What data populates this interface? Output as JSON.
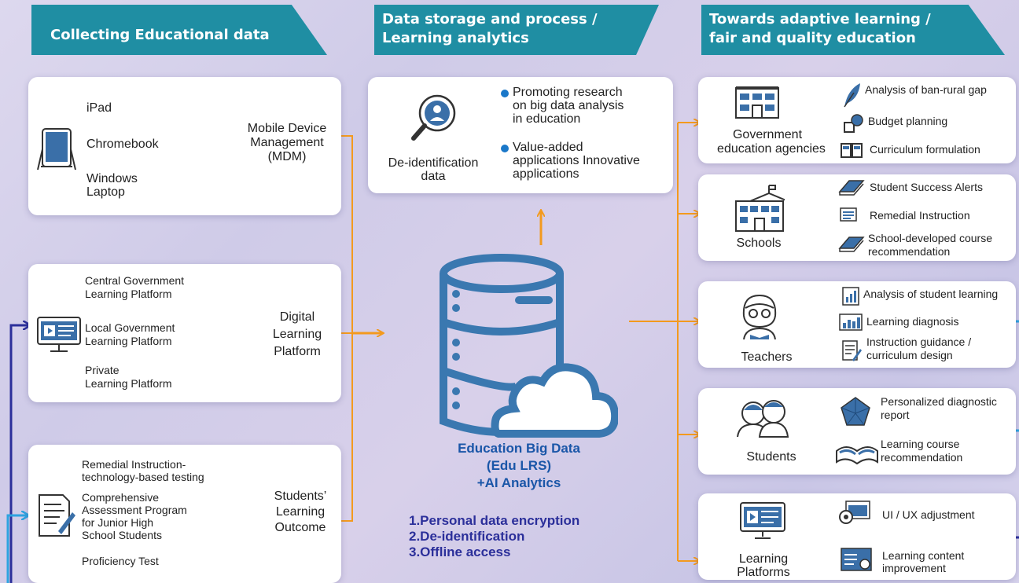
{
  "headers": {
    "collect": "Collecting Educational data",
    "storage_line1": "Data storage and process /",
    "storage_line2": "Learning analytics",
    "adaptive_line1": "Towards adaptive learning /",
    "adaptive_line2": "fair and quality education"
  },
  "mdm": {
    "devices": [
      "iPad",
      "Chromebook",
      "Windows",
      "Laptop"
    ],
    "target": [
      "Mobile Device",
      "Management",
      "(MDM)"
    ]
  },
  "platform": {
    "items": [
      "Central Government",
      "Learning Platform",
      "Local Government",
      "Learning Platform",
      "Private",
      "Learning Platform"
    ],
    "target": [
      "Digital",
      "Learning",
      "Platform"
    ]
  },
  "outcome": {
    "items": [
      "Remedial Instruction-",
      "technology-based testing",
      "Comprehensive",
      "Assessment Program",
      "for Junior High",
      "School Students",
      "Proficiency Test"
    ],
    "target": [
      "Students’",
      "Learning",
      "Outcome"
    ]
  },
  "deid": {
    "label": [
      "De-identification",
      "data"
    ],
    "bullet1": [
      "Promoting research",
      "on big data analysis",
      "in education"
    ],
    "bullet2": [
      "Value-added",
      "applications Innovative",
      "applications"
    ]
  },
  "bigdata": {
    "title": [
      "Education Big Data",
      "(Edu LRS)",
      "+AI Analytics"
    ],
    "features": [
      "1.Personal data encryption",
      "2.De-identification",
      "3.Offline access"
    ]
  },
  "outcomes": {
    "gov": {
      "name": [
        "Government",
        "education agencies"
      ],
      "items": [
        "Analysis of ban-rural gap",
        "Budget planning",
        "Curriculum formulation"
      ]
    },
    "schools": {
      "name": "Schools",
      "items": [
        "Student Success Alerts",
        "Remedial Instruction",
        "School-developed course",
        "recommendation"
      ]
    },
    "teachers": {
      "name": "Teachers",
      "items": [
        "Analysis of student learning",
        "Learning diagnosis",
        "Instruction guidance /",
        "curriculum design"
      ]
    },
    "students": {
      "name": "Students",
      "items": [
        "Personalized diagnostic",
        "report",
        "Learning course",
        "recommendation"
      ]
    },
    "platforms": {
      "name": [
        "Learning",
        "Platforms"
      ],
      "items": [
        "UI / UX adjustment",
        "Learning content",
        "improvement"
      ]
    }
  },
  "colors": {
    "header": "#1f8ea3",
    "arrow": "#f39a1e",
    "navy": "#2b2f9a",
    "sky": "#2ea3e0",
    "icon": "#3a6fa8"
  }
}
